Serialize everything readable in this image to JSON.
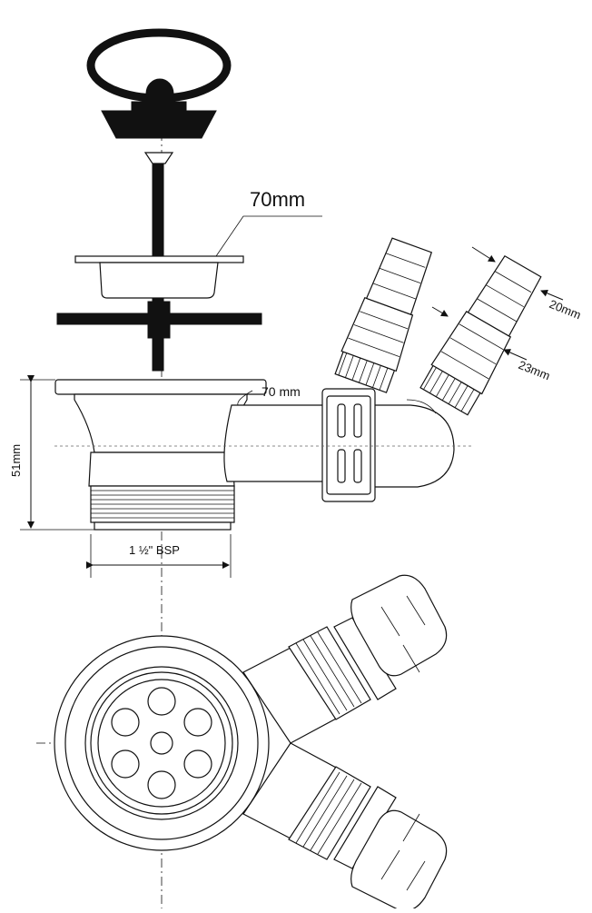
{
  "labels": {
    "strainer_diameter": "70mm",
    "inlet_diameter": "70 mm",
    "height": "51mm",
    "thread": "1 ½\" BSP",
    "spigot_outer": "20mm",
    "spigot_inner": "23mm"
  },
  "colors": {
    "line": "#111111",
    "background": "#ffffff"
  }
}
